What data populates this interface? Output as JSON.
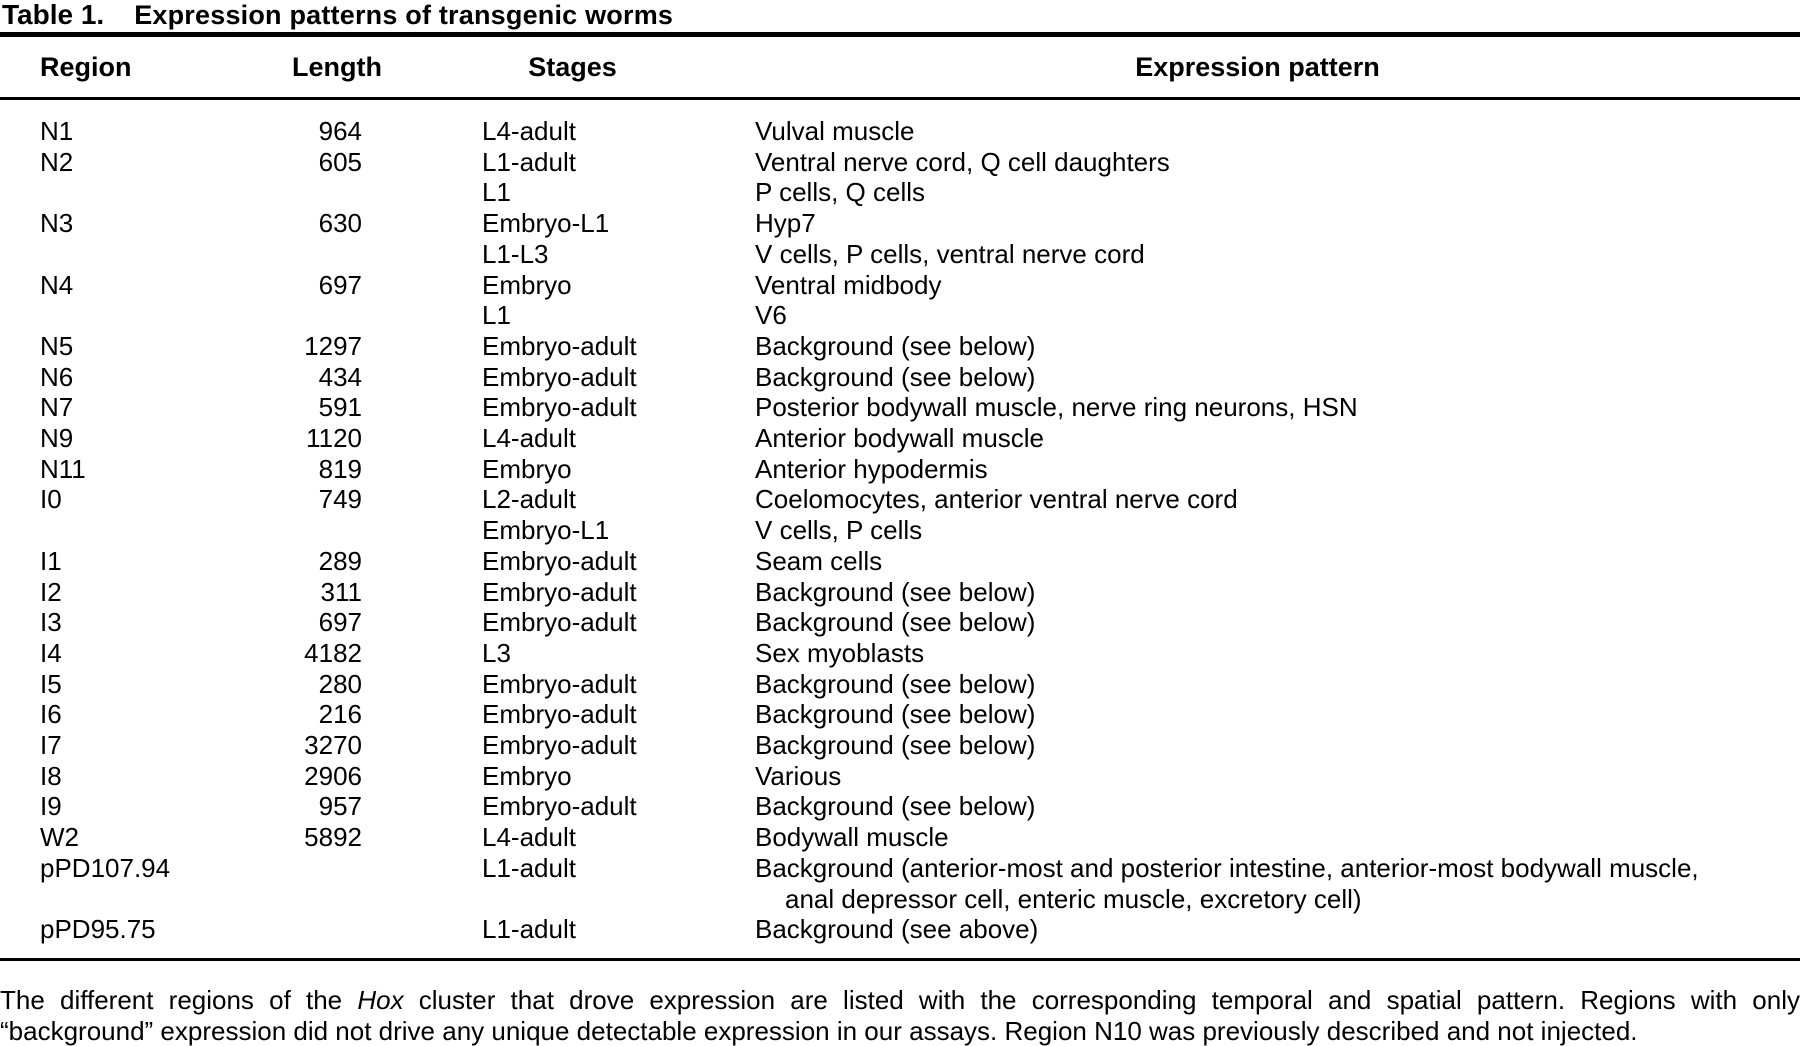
{
  "title": {
    "label": "Table 1.",
    "caption": "Expression patterns of transgenic worms"
  },
  "table": {
    "columns": [
      "Region",
      "Length",
      "Stages",
      "Expression pattern"
    ],
    "rows": [
      {
        "region": "N1",
        "length": "964",
        "stages": "L4-adult",
        "pattern": "Vulval muscle",
        "indent": false
      },
      {
        "region": "N2",
        "length": "605",
        "stages": "L1-adult",
        "pattern": "Ventral nerve cord, Q cell daughters",
        "indent": false
      },
      {
        "region": "",
        "length": "",
        "stages": "L1",
        "pattern": "P cells, Q cells",
        "indent": false
      },
      {
        "region": "N3",
        "length": "630",
        "stages": "Embryo-L1",
        "pattern": "Hyp7",
        "indent": false
      },
      {
        "region": "",
        "length": "",
        "stages": "L1-L3",
        "pattern": "V cells, P cells, ventral nerve cord",
        "indent": false
      },
      {
        "region": "N4",
        "length": "697",
        "stages": "Embryo",
        "pattern": "Ventral midbody",
        "indent": false
      },
      {
        "region": "",
        "length": "",
        "stages": "L1",
        "pattern": "V6",
        "indent": false
      },
      {
        "region": "N5",
        "length": "1297",
        "stages": "Embryo-adult",
        "pattern": "Background (see below)",
        "indent": false
      },
      {
        "region": "N6",
        "length": "434",
        "stages": "Embryo-adult",
        "pattern": "Background (see below)",
        "indent": false
      },
      {
        "region": "N7",
        "length": "591",
        "stages": "Embryo-adult",
        "pattern": "Posterior bodywall muscle, nerve ring neurons, HSN",
        "indent": false
      },
      {
        "region": "N9",
        "length": "1120",
        "stages": "L4-adult",
        "pattern": "Anterior bodywall muscle",
        "indent": false
      },
      {
        "region": "N11",
        "length": "819",
        "stages": "Embryo",
        "pattern": "Anterior hypodermis",
        "indent": false
      },
      {
        "region": "I0",
        "length": "749",
        "stages": "L2-adult",
        "pattern": "Coelomocytes, anterior ventral nerve cord",
        "indent": false
      },
      {
        "region": "",
        "length": "",
        "stages": "Embryo-L1",
        "pattern": "V cells, P cells",
        "indent": false
      },
      {
        "region": "I1",
        "length": "289",
        "stages": "Embryo-adult",
        "pattern": "Seam cells",
        "indent": false
      },
      {
        "region": "I2",
        "length": "311",
        "stages": "Embryo-adult",
        "pattern": "Background (see below)",
        "indent": false
      },
      {
        "region": "I3",
        "length": "697",
        "stages": "Embryo-adult",
        "pattern": "Background (see below)",
        "indent": false
      },
      {
        "region": "I4",
        "length": "4182",
        "stages": "L3",
        "pattern": "Sex myoblasts",
        "indent": false
      },
      {
        "region": "I5",
        "length": "280",
        "stages": "Embryo-adult",
        "pattern": "Background (see below)",
        "indent": false
      },
      {
        "region": "I6",
        "length": "216",
        "stages": "Embryo-adult",
        "pattern": "Background (see below)",
        "indent": false
      },
      {
        "region": "I7",
        "length": "3270",
        "stages": "Embryo-adult",
        "pattern": "Background (see below)",
        "indent": false
      },
      {
        "region": "I8",
        "length": "2906",
        "stages": "Embryo",
        "pattern": "Various",
        "indent": false
      },
      {
        "region": "I9",
        "length": "957",
        "stages": "Embryo-adult",
        "pattern": "Background (see below)",
        "indent": false
      },
      {
        "region": "W2",
        "length": "5892",
        "stages": "L4-adult",
        "pattern": "Bodywall muscle",
        "indent": false
      },
      {
        "region": "pPD107.94",
        "length": "",
        "stages": "L1-adult",
        "pattern": "Background (anterior-most and posterior intestine, anterior-most bodywall muscle,",
        "indent": false
      },
      {
        "region": "",
        "length": "",
        "stages": "",
        "pattern": "anal depressor cell, enteric muscle, excretory cell)",
        "indent": true
      },
      {
        "region": "pPD95.75",
        "length": "",
        "stages": "L1-adult",
        "pattern": "Background (see above)",
        "indent": false
      }
    ]
  },
  "footnote": {
    "line1_before": "The different regions of the ",
    "line1_italic": "Hox",
    "line1_after": " cluster that drove expression are listed with the corresponding temporal and spatial pattern. Regions with only",
    "line2": "“background” expression did not drive any unique detectable expression in our assays. Region N10 was previously described and not injected."
  },
  "colors": {
    "text": "#000000",
    "background": "#ffffff",
    "rule": "#000000"
  }
}
